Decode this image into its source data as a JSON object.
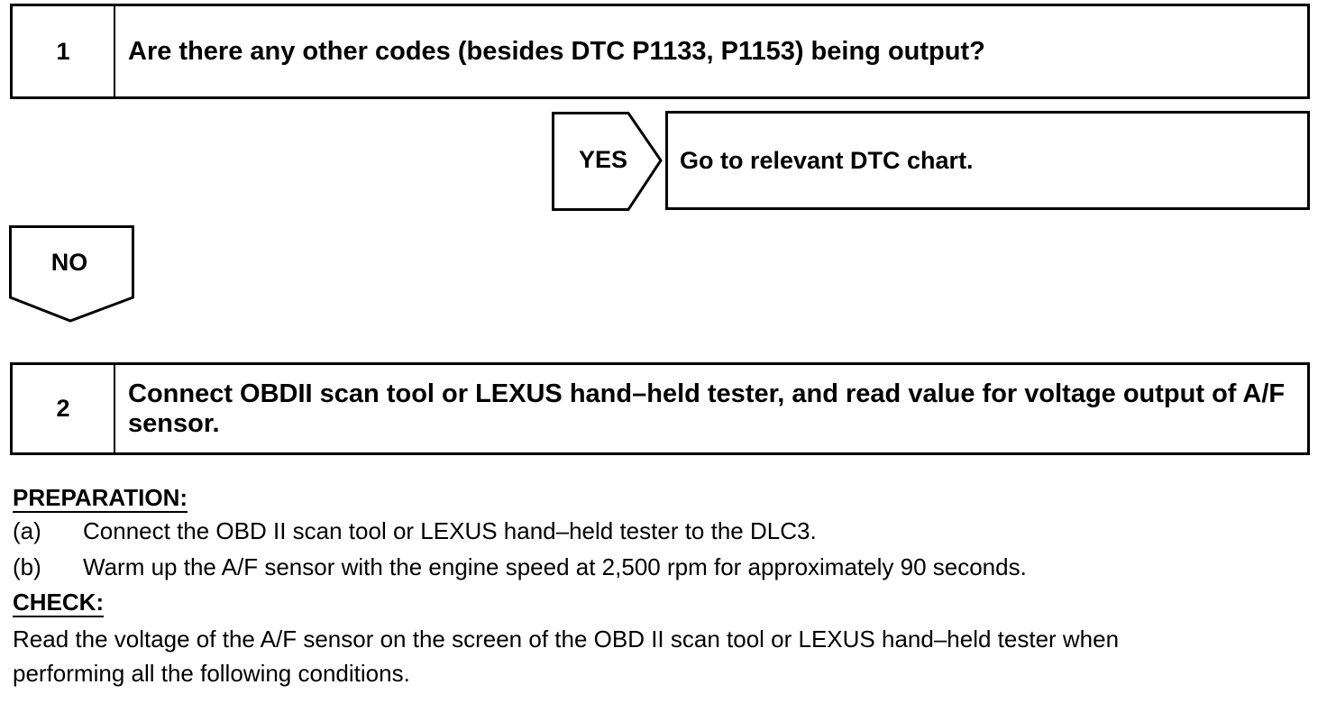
{
  "step1": {
    "number": "1",
    "question": "Are there any other codes (besides DTC P1133, P1153) being output?"
  },
  "yes_branch": {
    "label": "YES",
    "result": "Go to relevant DTC chart."
  },
  "no_branch": {
    "label": "NO"
  },
  "step2": {
    "number": "2",
    "question": "Connect OBDII scan tool or LEXUS hand–held tester, and read value for voltage output of A/F sensor."
  },
  "preparation": {
    "heading": "PREPARATION:",
    "items": [
      {
        "marker": "(a)",
        "text": "Connect the OBD II scan tool or LEXUS hand–held tester to the DLC3."
      },
      {
        "marker": "(b)",
        "text": "Warm up the A/F sensor with the engine speed at 2,500 rpm for approximately 90 seconds."
      }
    ]
  },
  "check": {
    "heading": "CHECK:",
    "lines": [
      "Read the voltage of the A/F sensor on the screen of the OBD II scan tool or LEXUS hand–held tester when",
      "performing all the following conditions."
    ]
  }
}
